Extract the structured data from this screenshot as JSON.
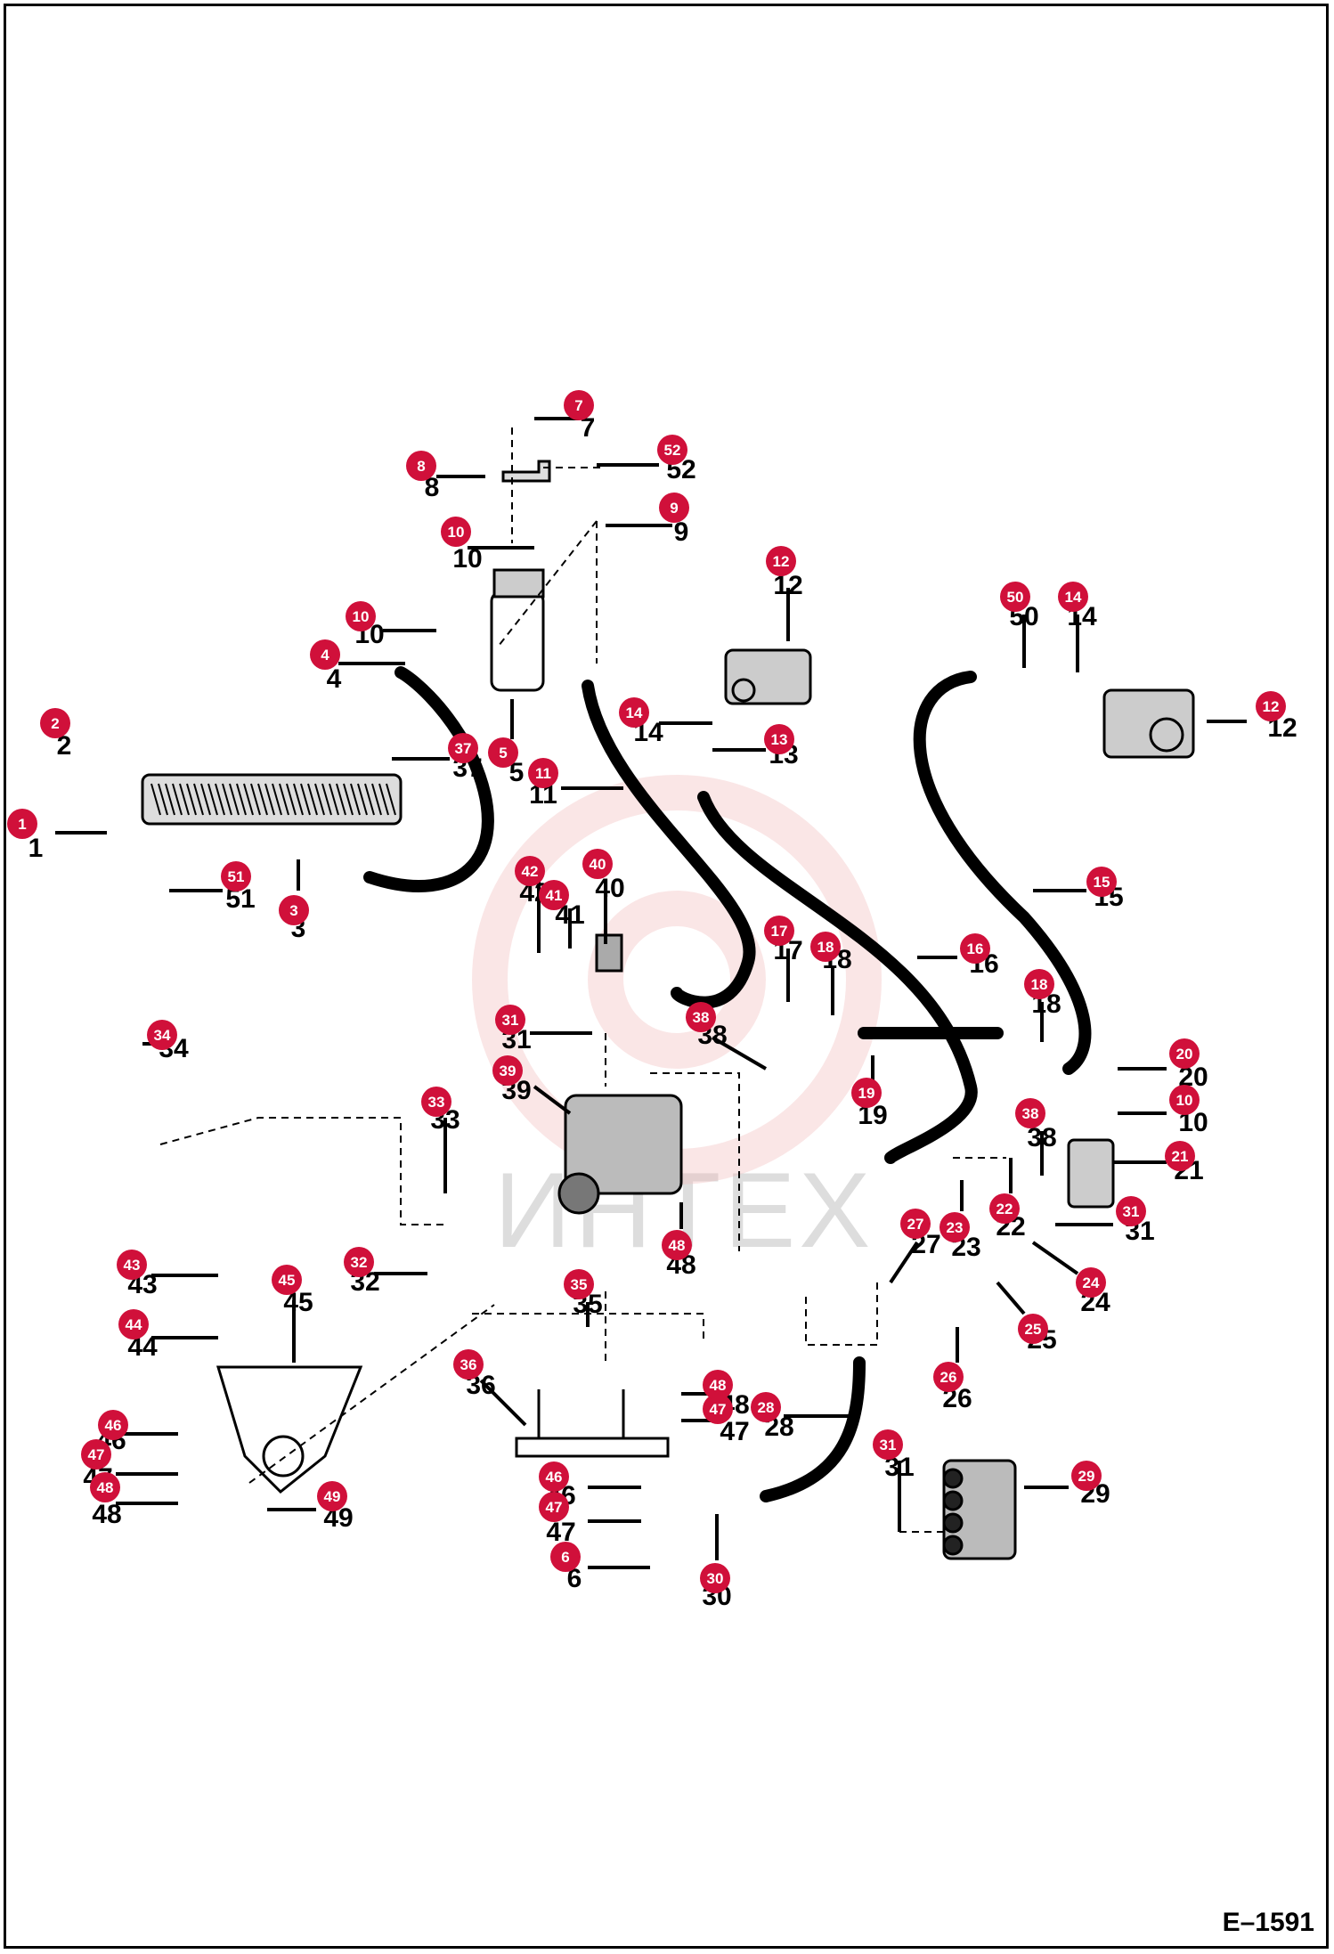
{
  "figure_id": "E–1591",
  "watermark": "ИНТЕХ",
  "callouts": [
    "1",
    "2",
    "3",
    "4",
    "5",
    "6",
    "7",
    "8",
    "9",
    "10",
    "11",
    "12",
    "13",
    "14",
    "15",
    "16",
    "17",
    "18",
    "19",
    "20",
    "21",
    "22",
    "23",
    "24",
    "25",
    "26",
    "27",
    "28",
    "29",
    "30",
    "31",
    "32",
    "33",
    "34",
    "35",
    "36",
    "37",
    "38",
    "39",
    "40",
    "41",
    "42",
    "43",
    "44",
    "45",
    "46",
    "47",
    "48",
    "49",
    "50",
    "51",
    "52"
  ],
  "colors": {
    "badge": "#d0103a",
    "line": "#000000",
    "watermark": "#f2b8b8"
  }
}
